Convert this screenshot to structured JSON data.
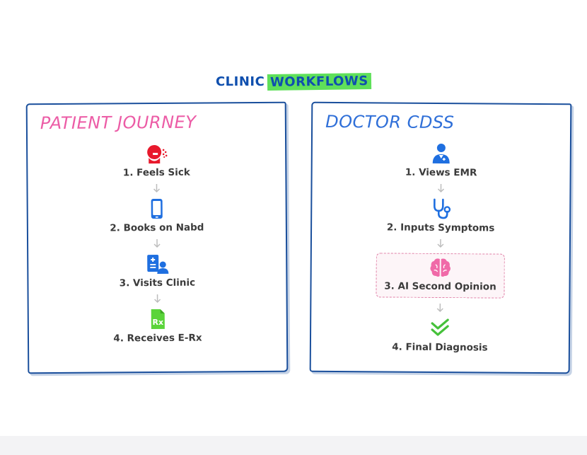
{
  "title": {
    "part1": "CLINIC",
    "part2": "WORKFLOWS"
  },
  "patient": {
    "heading": "PATIENT JOURNEY",
    "steps": [
      {
        "label": "1. Feels Sick",
        "icon": "sick-person-icon"
      },
      {
        "label": "2. Books on Nabd",
        "icon": "mobile-phone-icon"
      },
      {
        "label": "3. Visits Clinic",
        "icon": "clinic-visit-icon"
      },
      {
        "label": "4. Receives E-Rx",
        "icon": "prescription-icon"
      }
    ]
  },
  "doctor": {
    "heading": "DOCTOR CDSS",
    "steps": [
      {
        "label": "1. Views EMR",
        "icon": "doctor-icon"
      },
      {
        "label": "2. Inputs Symptoms",
        "icon": "stethoscope-icon"
      },
      {
        "label": "3. AI Second Opinion",
        "icon": "brain-icon"
      },
      {
        "label": "4. Final Diagnosis",
        "icon": "check-double-icon"
      }
    ]
  },
  "colors": {
    "title_blue": "#0f4fae",
    "highlight_green": "#5fe05a",
    "patient_pink": "#ec5ca6",
    "doctor_blue": "#2f6fd8",
    "sick_red": "#e8192c",
    "phone_blue": "#1f6fe0",
    "rx_green": "#5ad43a",
    "brain_pink": "#f06aa8",
    "check_green": "#45c13a"
  }
}
